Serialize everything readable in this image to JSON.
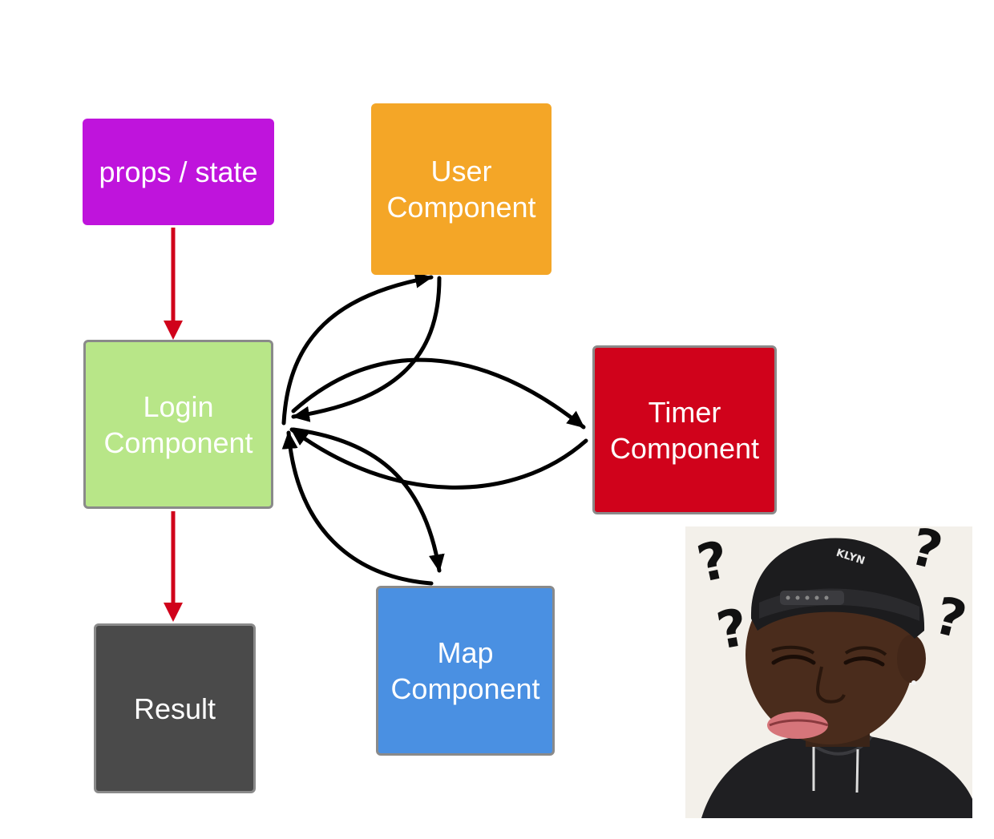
{
  "nodes": {
    "props": {
      "label": "props / state",
      "color": "#bf14dc"
    },
    "user": {
      "label": "User\nComponent",
      "color": "#f4a627"
    },
    "login": {
      "label": "Login\nComponent",
      "color": "#b8e688"
    },
    "timer": {
      "label": "Timer\nComponent",
      "color": "#d0021b"
    },
    "result": {
      "label": "Result",
      "color": "#4a4a4a"
    },
    "map": {
      "label": "Map\nComponent",
      "color": "#4a90e2"
    }
  },
  "edges": [
    {
      "from": "props",
      "to": "login",
      "color": "#d0021b"
    },
    {
      "from": "login",
      "to": "result",
      "color": "#d0021b"
    },
    {
      "from": "login",
      "to": "user",
      "color": "#000000"
    },
    {
      "from": "user",
      "to": "login",
      "color": "#000000"
    },
    {
      "from": "login",
      "to": "timer",
      "color": "#000000"
    },
    {
      "from": "timer",
      "to": "login",
      "color": "#000000"
    },
    {
      "from": "login",
      "to": "map",
      "color": "#000000"
    },
    {
      "from": "map",
      "to": "login",
      "color": "#000000"
    }
  ],
  "meme": {
    "icon": "confused-person-photo",
    "cap_text": "KLYN",
    "marks": [
      "?",
      "?",
      "?",
      "?"
    ]
  }
}
